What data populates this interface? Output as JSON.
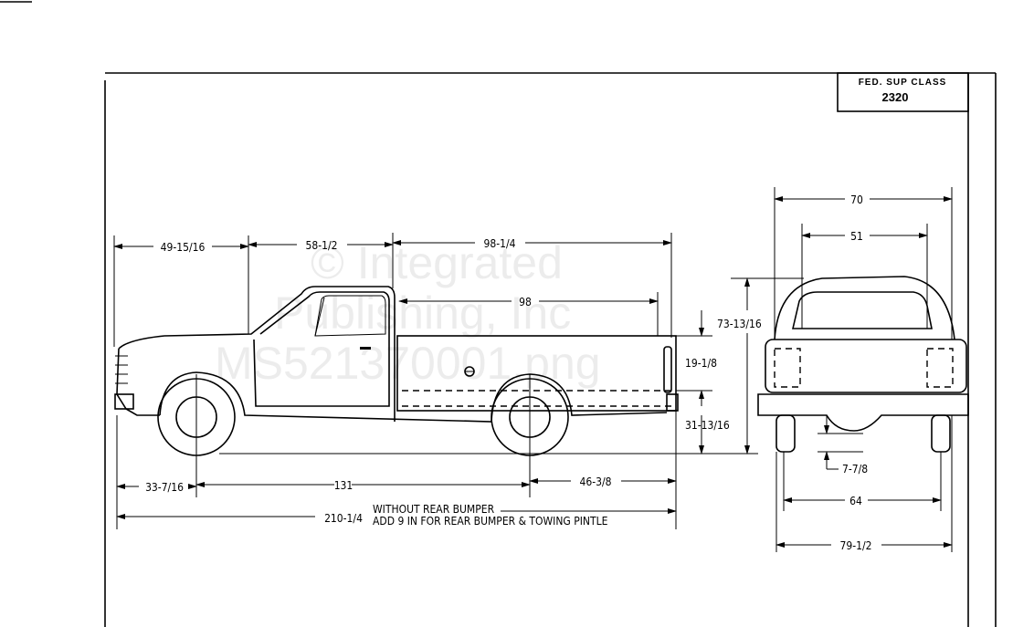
{
  "class_box": {
    "title": "FED. SUP CLASS",
    "number": "2320"
  },
  "watermark": [
    "© Integrated",
    "Publishing, Inc",
    "MS521370001.png"
  ],
  "side_view": {
    "dims": {
      "front_to_cab": "49-15/16",
      "cab_length": "58-1/2",
      "bed_outer_length": "98-1/4",
      "bed_inner_length": "98",
      "bed_height": "19-1/8",
      "bed_floor_height": "31-13/16",
      "overall_height": "73-13/16",
      "front_overhang": "33-7/16",
      "wheelbase": "131",
      "rear_overhang": "46-3/8",
      "overall_length": "210-1/4"
    },
    "notes": [
      "WITHOUT REAR BUMPER",
      "ADD 9 IN FOR REAR BUMPER & TOWING PINTLE"
    ]
  },
  "rear_view": {
    "dims": {
      "overall_width_top": "70",
      "bed_inner_width": "51",
      "ground_clearance": "7-7/8",
      "track": "64",
      "overall_width": "79-1/2"
    }
  }
}
